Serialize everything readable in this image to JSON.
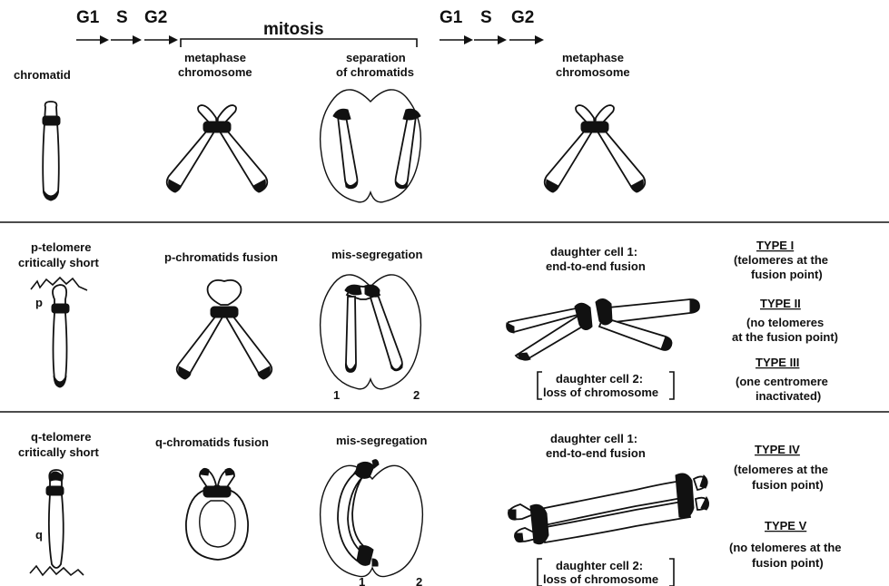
{
  "phases": {
    "g1_a": "G1",
    "s_a": "S",
    "g2_a": "G2",
    "mitosis": "mitosis",
    "g1_b": "G1",
    "s_b": "S",
    "g2_b": "G2"
  },
  "row1": {
    "chromatid": "chromatid",
    "metaphase1_line1": "metaphase",
    "metaphase1_line2": "chromosome",
    "separation_line1": "separation",
    "separation_line2": "of chromatids",
    "metaphase2_line1": "metaphase",
    "metaphase2_line2": "chromosome"
  },
  "row2": {
    "title_line1": "p-telomere",
    "title_line2": "critically short",
    "p_marker": "p",
    "fusion": "p-chromatids fusion",
    "misseg": "mis-segregation",
    "num1": "1",
    "num2": "2",
    "daughter1_line1": "daughter cell 1:",
    "daughter1_line2": "end-to-end fusion",
    "daughter2_line1": "daughter cell 2:",
    "daughter2_line2": "loss of chromosome",
    "type1": "TYPE I",
    "type1_desc1": "(telomeres at the",
    "type1_desc2": "fusion point)",
    "type2": "TYPE II",
    "type2_desc1": "(no telomeres",
    "type2_desc2": "at the fusion point)",
    "type3": "TYPE III",
    "type3_desc1": "(one centromere",
    "type3_desc2": "inactivated)"
  },
  "row3": {
    "title_line1": "q-telomere",
    "title_line2": "critically short",
    "q_marker": "q",
    "fusion": "q-chromatids fusion",
    "misseg": "mis-segregation",
    "num1": "1",
    "num2": "2",
    "daughter1_line1": "daughter cell 1:",
    "daughter1_line2": "end-to-end fusion",
    "daughter2_line1": "daughter cell 2:",
    "daughter2_line2": "loss of chromosome",
    "type4": "TYPE IV",
    "type4_desc1": "(telomeres at the",
    "type4_desc2": "fusion point)",
    "type5": "TYPE V",
    "type5_desc1": "(no telomeres at the",
    "type5_desc2": "fusion point)"
  }
}
